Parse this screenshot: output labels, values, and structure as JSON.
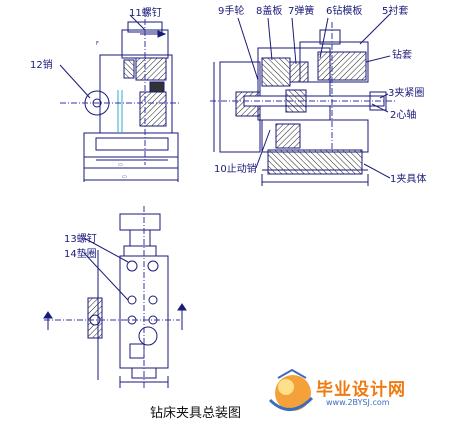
{
  "labels": {
    "top_left_bolt": "11螺钉",
    "pin_12": "12销",
    "handwheel": "9手轮",
    "cover": "8盖板",
    "spring": "7弹簧",
    "drill_plate": "6钻模板",
    "bushing_5": "5衬套",
    "drill_sleeve": "钻套",
    "clamp_ring": "3夹紧圈",
    "spindle": "2心轴",
    "pin_10": "10止动销",
    "fixture_body": "1夹具体",
    "screw_13": "13螺钉",
    "washer_14": "14垫圈"
  },
  "caption": "钻床夹具总装图",
  "watermark": {
    "text": "毕业设计网",
    "url": "www.2BYSJ.com"
  },
  "colors": {
    "line": "#1a1a7a",
    "center": "#3333aa",
    "hatch": "#222222",
    "fill_dark": "#333333",
    "dim": "#2a2a8a",
    "watermark_orange": "#f07a10",
    "watermark_blue": "#3b6dbf"
  }
}
